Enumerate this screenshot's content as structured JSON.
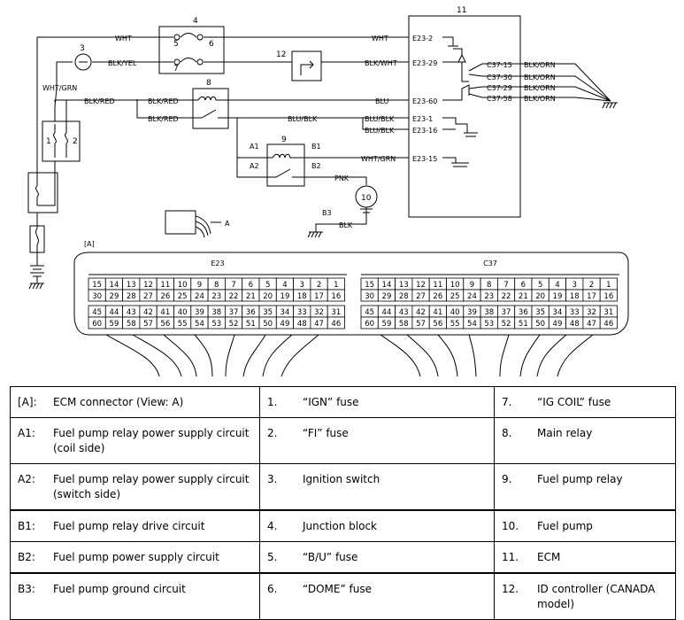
{
  "components": {
    "c1": "1",
    "c2": "2",
    "c3": "3",
    "c4": "4",
    "c5": "5",
    "c6": "6",
    "c7": "7",
    "c8": "8",
    "c9": "9",
    "c10": "10",
    "c11": "11",
    "c12": "12"
  },
  "wires": {
    "wht": "WHT",
    "wht_ecm": "WHT",
    "blk_yel": "BLK/YEL",
    "blk_wht": "BLK/WHT",
    "wht_grn_left": "WHT/GRN",
    "blk_red_1": "BLK/RED",
    "blk_red_2": "BLK/RED",
    "blk_red_3": "BLK/RED",
    "blu": "BLU",
    "blu_blk_1": "BLU/BLK",
    "blu_blk_2": "BLU/BLK",
    "blu_blk_3": "BLU/BLK",
    "wht_grn_right": "WHT/GRN",
    "pnk": "PNK",
    "blk": "BLK",
    "blk_orn_1": "BLK/ORN",
    "blk_orn_2": "BLK/ORN",
    "blk_orn_3": "BLK/ORN",
    "blk_orn_4": "BLK/ORN"
  },
  "terminals": {
    "e23_2": "E23-2",
    "e23_29": "E23-29",
    "e23_60": "E23-60",
    "e23_1": "E23-1",
    "e23_16": "E23-16",
    "e23_15": "E23-15",
    "c37_15": "C37-15",
    "c37_30": "C37-30",
    "c37_29": "C37-29",
    "c37_58": "C37-58"
  },
  "points": {
    "a1": "A1",
    "a2": "A2",
    "b1": "B1",
    "b2": "B2",
    "b3": "B3"
  },
  "view_label": "A",
  "connector_section": "[A]",
  "connectors": [
    {
      "name": "E23",
      "rows": [
        [
          "15",
          "14",
          "13",
          "12",
          "11",
          "10",
          "9",
          "8",
          "7",
          "6",
          "5",
          "4",
          "3",
          "2",
          "1"
        ],
        [
          "30",
          "29",
          "28",
          "27",
          "26",
          "25",
          "24",
          "23",
          "22",
          "21",
          "20",
          "19",
          "18",
          "17",
          "16"
        ],
        [
          "45",
          "44",
          "43",
          "42",
          "41",
          "40",
          "39",
          "38",
          "37",
          "36",
          "35",
          "34",
          "33",
          "32",
          "31"
        ],
        [
          "60",
          "59",
          "58",
          "57",
          "56",
          "55",
          "54",
          "53",
          "52",
          "51",
          "50",
          "49",
          "48",
          "47",
          "46"
        ]
      ]
    },
    {
      "name": "C37",
      "rows": [
        [
          "15",
          "14",
          "13",
          "12",
          "11",
          "10",
          "9",
          "8",
          "7",
          "6",
          "5",
          "4",
          "3",
          "2",
          "1"
        ],
        [
          "30",
          "29",
          "28",
          "27",
          "26",
          "25",
          "24",
          "23",
          "22",
          "21",
          "20",
          "19",
          "18",
          "17",
          "16"
        ],
        [
          "45",
          "44",
          "43",
          "42",
          "41",
          "40",
          "39",
          "38",
          "37",
          "36",
          "35",
          "34",
          "33",
          "32",
          "31"
        ],
        [
          "60",
          "59",
          "58",
          "57",
          "56",
          "55",
          "54",
          "53",
          "52",
          "51",
          "50",
          "49",
          "48",
          "47",
          "46"
        ]
      ]
    }
  ],
  "legend": [
    [
      {
        "k": "[A]:",
        "v": "ECM connector (View: A)"
      },
      {
        "k": "1.",
        "v": "“IGN” fuse"
      },
      {
        "k": "7.",
        "v": "“IG COIL” fuse"
      }
    ],
    [
      {
        "k": "A1:",
        "v": "Fuel pump relay power supply circuit (coil side)"
      },
      {
        "k": "2.",
        "v": "“FI” fuse"
      },
      {
        "k": "8.",
        "v": "Main relay"
      }
    ],
    [
      {
        "k": "A2:",
        "v": "Fuel pump relay power supply circuit (switch side)"
      },
      {
        "k": "3.",
        "v": "Ignition switch"
      },
      {
        "k": "9.",
        "v": "Fuel pump relay"
      }
    ],
    [
      {
        "k": "B1:",
        "v": "Fuel pump relay drive circuit"
      },
      {
        "k": "4.",
        "v": "Junction block"
      },
      {
        "k": "10.",
        "v": "Fuel pump"
      }
    ],
    [
      {
        "k": "B2:",
        "v": "Fuel pump power supply circuit"
      },
      {
        "k": "5.",
        "v": "“B/U” fuse"
      },
      {
        "k": "11.",
        "v": "ECM"
      }
    ],
    [
      {
        "k": "B3:",
        "v": "Fuel pump ground circuit"
      },
      {
        "k": "6.",
        "v": "“DOME” fuse"
      },
      {
        "k": "12.",
        "v": "ID controller (CANADA model)"
      }
    ]
  ]
}
